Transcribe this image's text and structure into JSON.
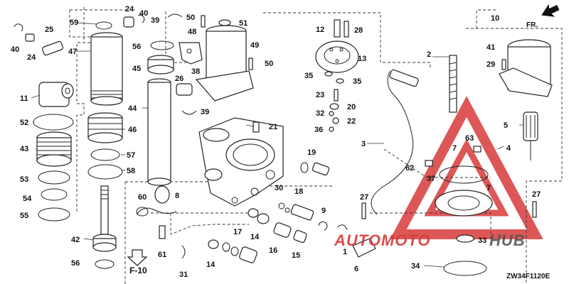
{
  "diagram": {
    "drawing_code": "ZW34F1120E",
    "front_indicator": "FR.",
    "figure_ref": "F-10",
    "watermark": {
      "brand_left": "AUTOMOTO",
      "brand_right": "HUB",
      "colors": {
        "red": "#d83a3a",
        "dark": "#555555"
      }
    },
    "callouts": [
      {
        "id": "c40a",
        "label": "40"
      },
      {
        "id": "c24a",
        "label": "24"
      },
      {
        "id": "c25",
        "label": "25"
      },
      {
        "id": "c59",
        "label": "59"
      },
      {
        "id": "c24b",
        "label": "24"
      },
      {
        "id": "c40b",
        "label": "40"
      },
      {
        "id": "c47",
        "label": "47"
      },
      {
        "id": "c11",
        "label": "11"
      },
      {
        "id": "c52",
        "label": "52"
      },
      {
        "id": "c46",
        "label": "46"
      },
      {
        "id": "c43",
        "label": "43"
      },
      {
        "id": "c57",
        "label": "57"
      },
      {
        "id": "c58",
        "label": "58"
      },
      {
        "id": "c53",
        "label": "53"
      },
      {
        "id": "c54",
        "label": "54"
      },
      {
        "id": "c55",
        "label": "55"
      },
      {
        "id": "c42",
        "label": "42"
      },
      {
        "id": "c56a",
        "label": "56"
      },
      {
        "id": "c39a",
        "label": "39"
      },
      {
        "id": "c50a",
        "label": "50"
      },
      {
        "id": "c51",
        "label": "51"
      },
      {
        "id": "c56b",
        "label": "56"
      },
      {
        "id": "c48",
        "label": "48"
      },
      {
        "id": "c49",
        "label": "49"
      },
      {
        "id": "c45",
        "label": "45"
      },
      {
        "id": "c50b",
        "label": "50"
      },
      {
        "id": "c38",
        "label": "38"
      },
      {
        "id": "c26",
        "label": "26"
      },
      {
        "id": "c44",
        "label": "44"
      },
      {
        "id": "c39b",
        "label": "39"
      },
      {
        "id": "c21",
        "label": "21"
      },
      {
        "id": "c12",
        "label": "12"
      },
      {
        "id": "c28",
        "label": "28"
      },
      {
        "id": "c13",
        "label": "13"
      },
      {
        "id": "c35a",
        "label": "35"
      },
      {
        "id": "c35b",
        "label": "35"
      },
      {
        "id": "c23",
        "label": "23"
      },
      {
        "id": "c20",
        "label": "20"
      },
      {
        "id": "c32",
        "label": "32"
      },
      {
        "id": "c22",
        "label": "22"
      },
      {
        "id": "c36",
        "label": "36"
      },
      {
        "id": "c19",
        "label": "19"
      },
      {
        "id": "c60",
        "label": "60"
      },
      {
        "id": "c8",
        "label": "8"
      },
      {
        "id": "c30",
        "label": "30"
      },
      {
        "id": "c18",
        "label": "18"
      },
      {
        "id": "c9",
        "label": "9"
      },
      {
        "id": "c17",
        "label": "17"
      },
      {
        "id": "c14a",
        "label": "14"
      },
      {
        "id": "c16",
        "label": "16"
      },
      {
        "id": "c15",
        "label": "15"
      },
      {
        "id": "c61",
        "label": "61"
      },
      {
        "id": "c14b",
        "label": "14"
      },
      {
        "id": "c31",
        "label": "31"
      },
      {
        "id": "c3",
        "label": "3"
      },
      {
        "id": "c2",
        "label": "2"
      },
      {
        "id": "c10",
        "label": "10"
      },
      {
        "id": "c41",
        "label": "41"
      },
      {
        "id": "c29",
        "label": "29"
      },
      {
        "id": "c5",
        "label": "5"
      },
      {
        "id": "c4",
        "label": "4"
      },
      {
        "id": "c63",
        "label": "63"
      },
      {
        "id": "c7a",
        "label": "7"
      },
      {
        "id": "c62",
        "label": "62"
      },
      {
        "id": "c37",
        "label": "37"
      },
      {
        "id": "c7b",
        "label": "7"
      },
      {
        "id": "c27a",
        "label": "27"
      },
      {
        "id": "c27b",
        "label": "27"
      },
      {
        "id": "c1",
        "label": "1"
      },
      {
        "id": "c6",
        "label": "6"
      },
      {
        "id": "c33",
        "label": "33"
      },
      {
        "id": "c34",
        "label": "34"
      }
    ]
  }
}
